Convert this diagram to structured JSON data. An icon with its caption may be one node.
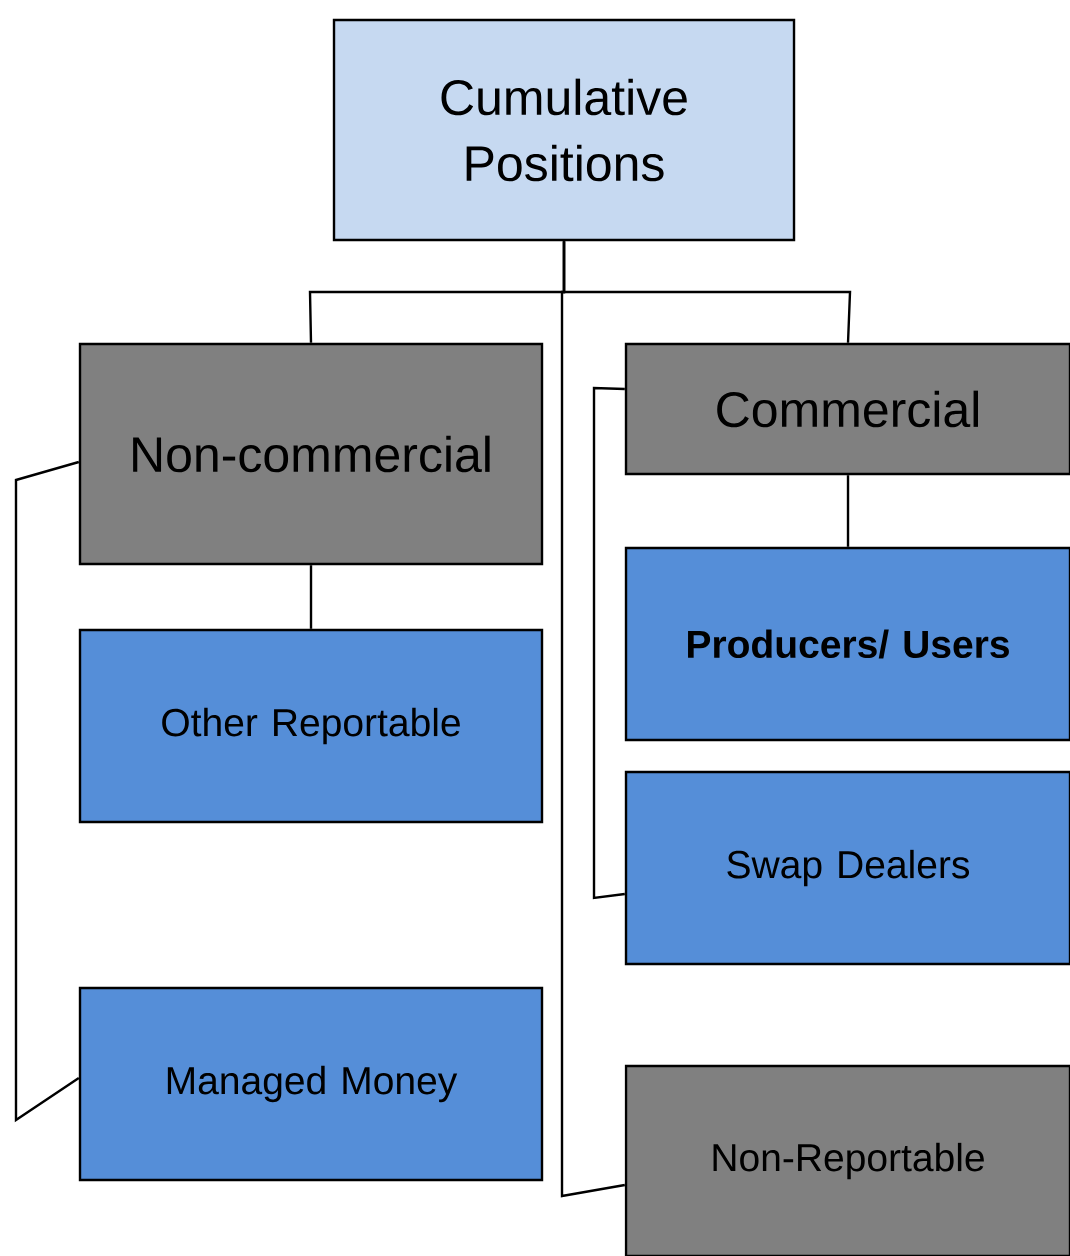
{
  "diagram": {
    "nodes": [
      {
        "text": [
          "Cumulative Positions"
        ]
      },
      {
        "text": [
          "Non-commercial"
        ]
      },
      {
        "text": [
          "Commercial"
        ]
      },
      {
        "text": [
          "Other Reportable"
        ]
      },
      {
        "text": [
          "**Producers/ Users**"
        ]
      },
      {
        "text": [
          "Swap Dealers"
        ]
      },
      {
        "text": [
          "Managed Money"
        ]
      },
      {
        "text": [
          "Non-Reportable"
        ]
      }
    ],
    "edges": [
      {
        "from": 0,
        "to": 1,
        "arrow": "none"
      },
      {
        "from": 0,
        "to": 2,
        "arrow": "none"
      },
      {
        "from": 0,
        "to": 7,
        "arrow": "none"
      },
      {
        "from": 1,
        "to": 3,
        "arrow": "none"
      },
      {
        "from": 1,
        "to": 6,
        "arrow": "none"
      },
      {
        "from": 2,
        "to": 4,
        "arrow": "none"
      },
      {
        "from": 2,
        "to": 5,
        "arrow": "none"
      }
    ]
  }
}
